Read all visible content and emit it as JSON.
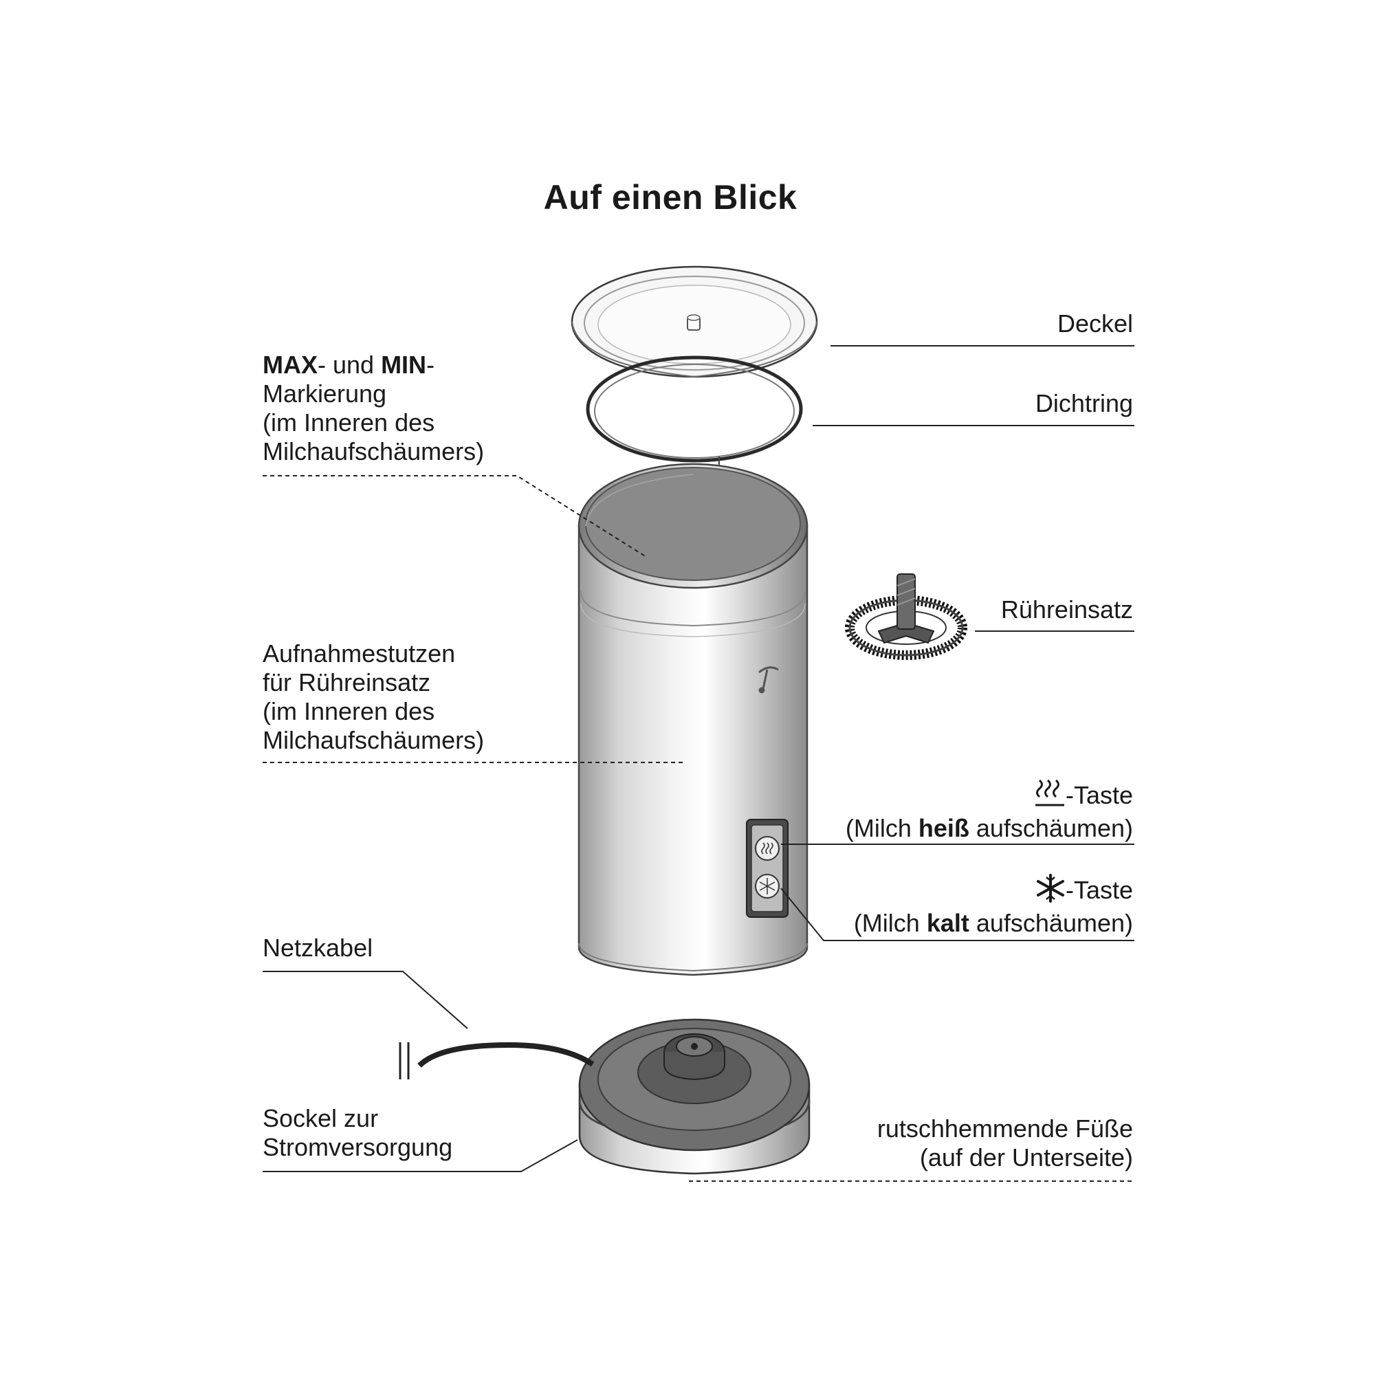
{
  "title": "Auf einen Blick",
  "labels": {
    "max_min": {
      "max": "MAX",
      "und": "- und ",
      "min": "MIN",
      "dash": "-",
      "line2": "Markierung",
      "line3": "(im Inneren des",
      "line4": "Milchaufschäumers)"
    },
    "deckel": "Deckel",
    "dichtring": "Dichtring",
    "ruehreinsatz": "Rühreinsatz",
    "aufnahme": {
      "line1": "Aufnahmestutzen",
      "line2": "für Rühreinsatz",
      "line3": "(im Inneren des",
      "line4": "Milchaufschäumers)"
    },
    "hot_button": {
      "taste": "-Taste",
      "pre": "(Milch ",
      "bold": "heiß",
      "post": " aufschäumen)"
    },
    "cold_button": {
      "taste": "-Taste",
      "pre": "(Milch ",
      "bold": "kalt",
      "post": " aufschäumen)"
    },
    "netzkabel": "Netzkabel",
    "sockel": {
      "line1": "Sockel zur",
      "line2": "Stromversorgung"
    },
    "feet": {
      "line1": "rutschhemmende Füße",
      "line2": "(auf der Unterseite)"
    }
  },
  "icons": {
    "hot": "steam-icon",
    "cold": "snowflake-icon",
    "logo": "brand-logo-icon"
  }
}
